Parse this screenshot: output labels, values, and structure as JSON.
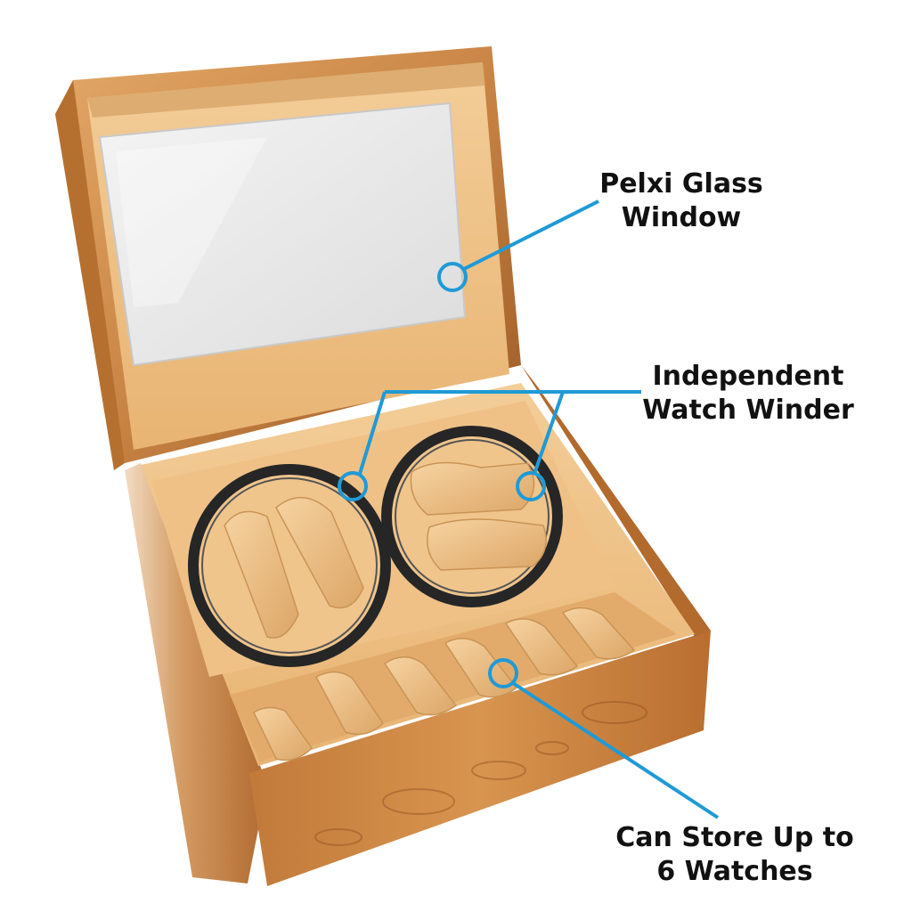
{
  "callouts": {
    "glass_window": {
      "line1": "Pelxi Glass",
      "line2": "Window"
    },
    "watch_winder": {
      "line1": "Independent",
      "line2": "Watch Winder"
    },
    "storage": {
      "line1": "Can Store Up to",
      "line2": "6 Watches"
    }
  },
  "colors": {
    "callout_line": "#1f9ad6",
    "wood_light": "#d9975a",
    "wood_dark": "#9c5a25",
    "velvet": "#f1c488",
    "velvet_shadow": "#d9a667",
    "glass": "#ececec",
    "winder_ring": "#2a2a2a"
  }
}
